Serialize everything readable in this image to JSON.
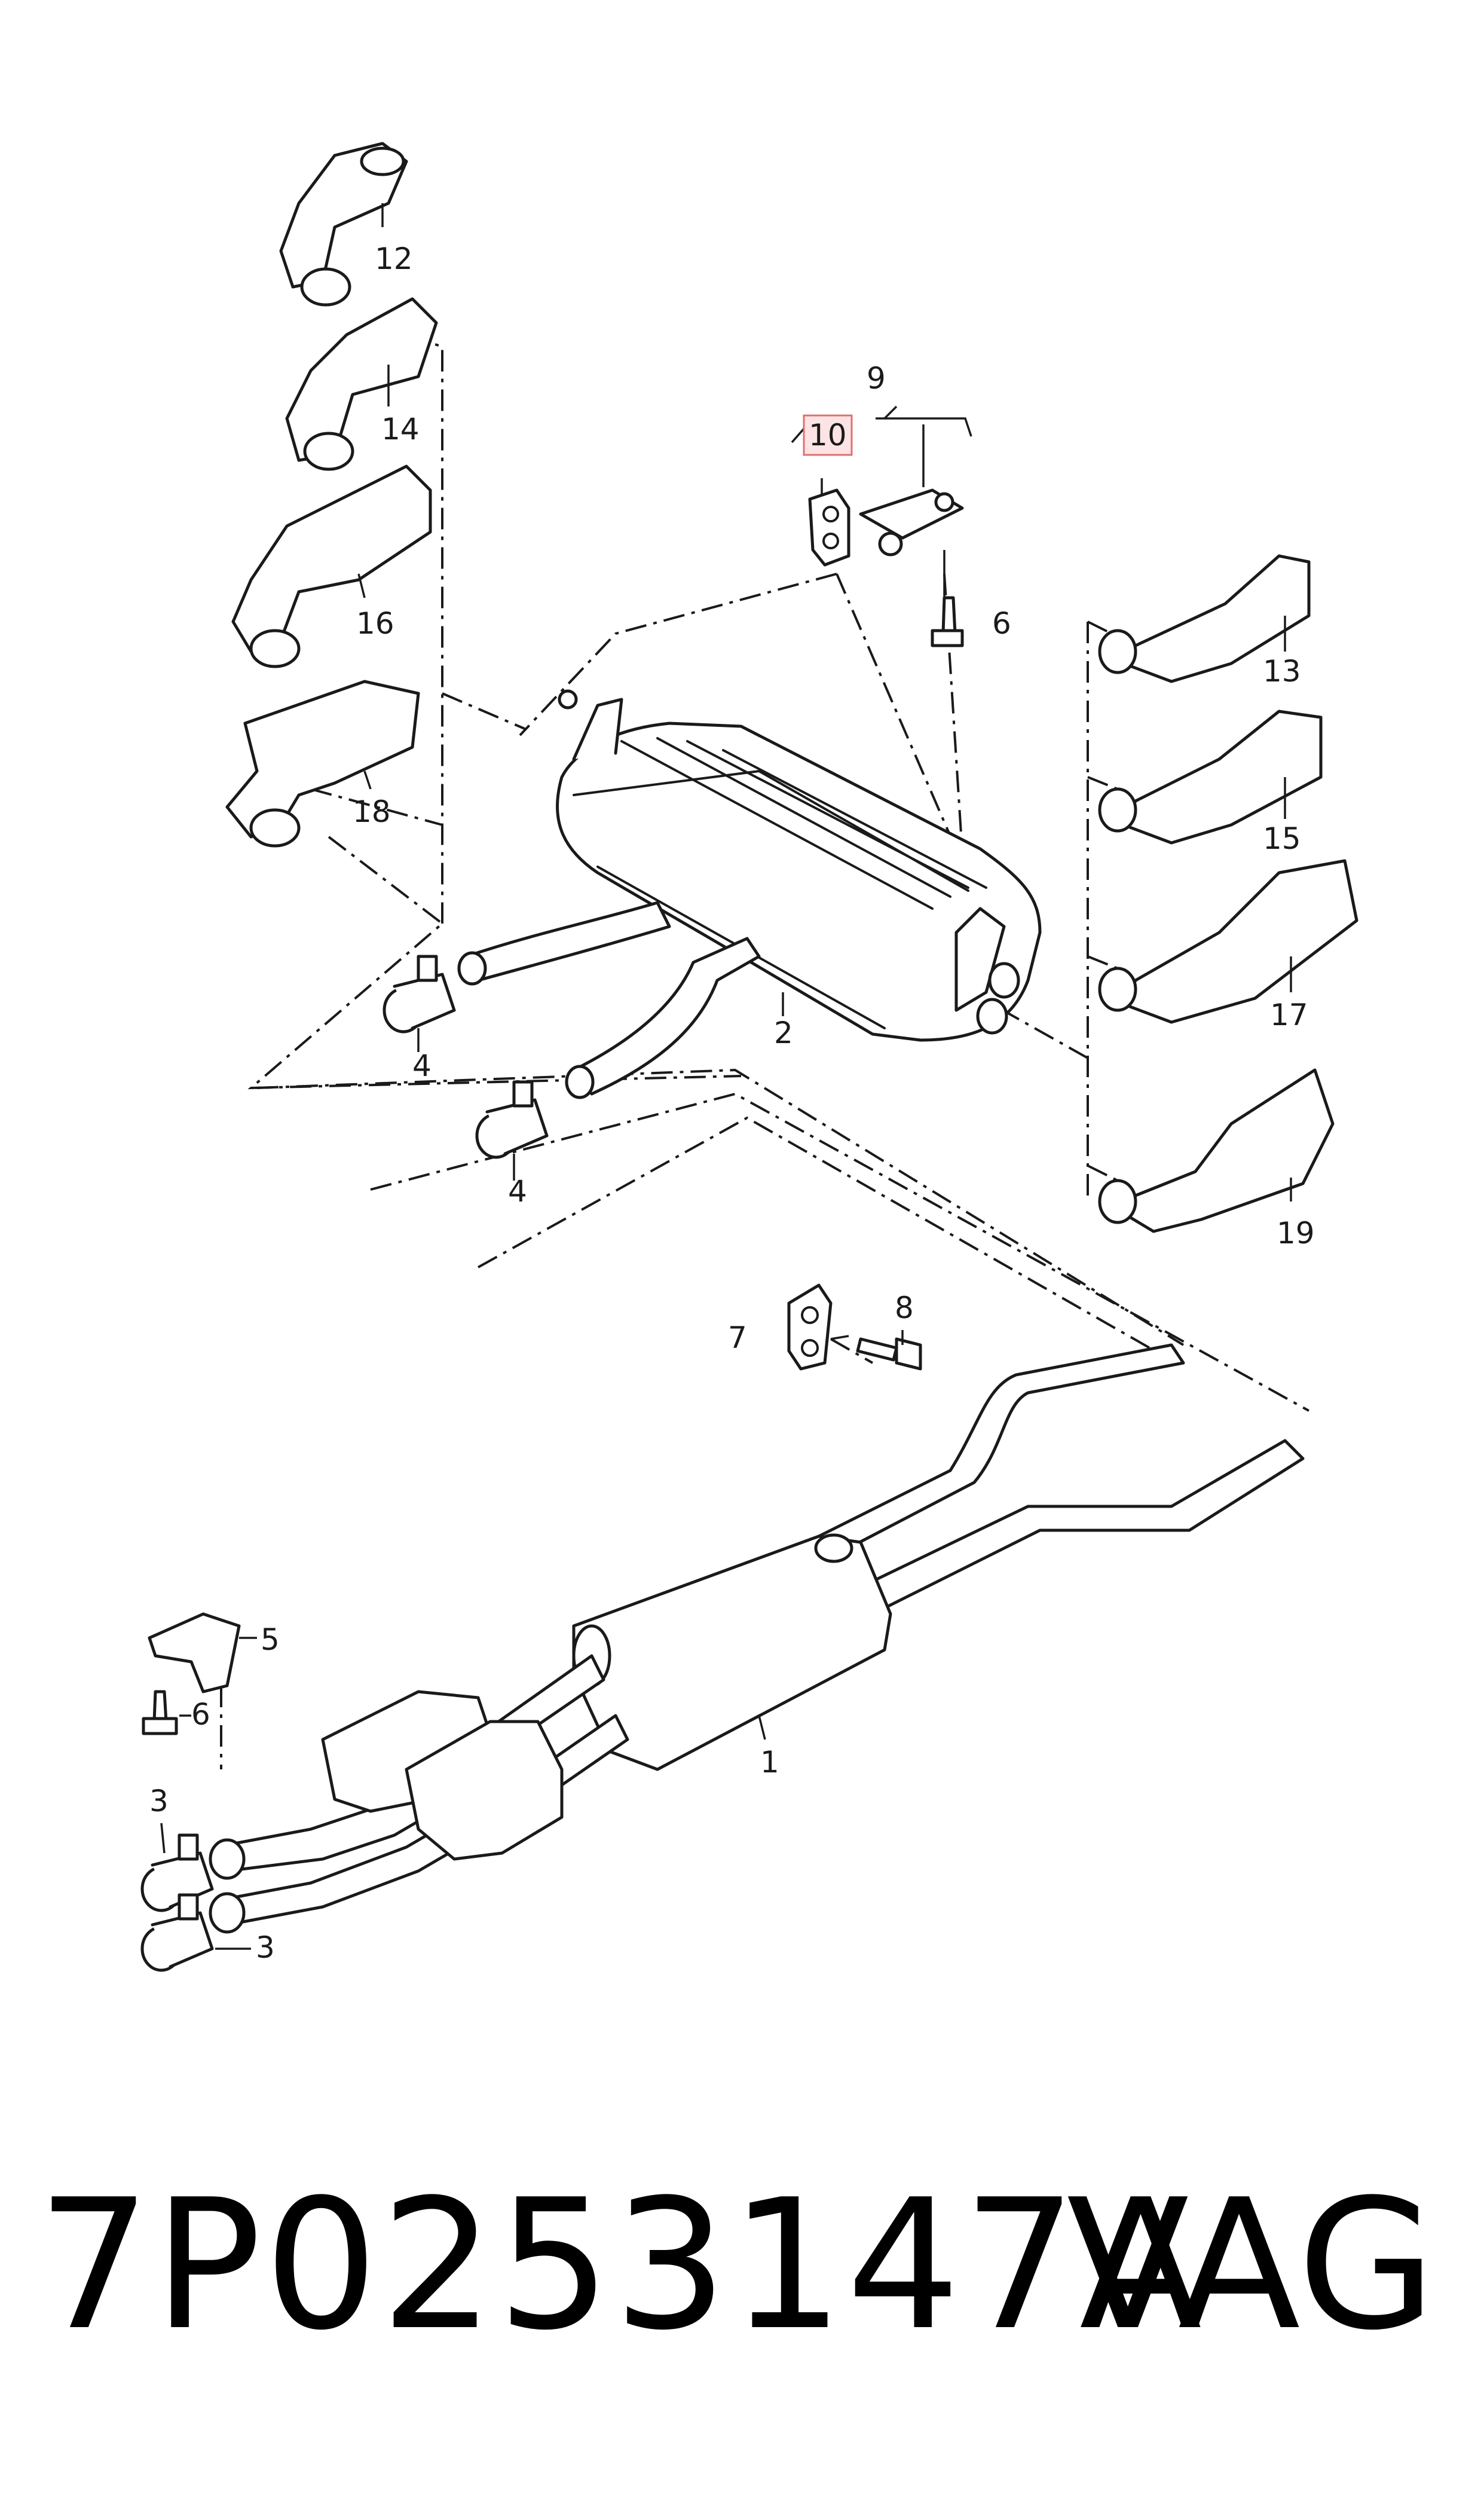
{
  "diagram": {
    "callouts": {
      "c1": "1",
      "c2": "2",
      "c3a": "3",
      "c3b": "3",
      "c4a": "4",
      "c4b": "4",
      "c5": "5",
      "c6a": "6",
      "c6b": "6",
      "c7": "7",
      "c8": "8",
      "c9": "9",
      "c10": "10",
      "c12": "12",
      "c13": "13",
      "c14": "14",
      "c15": "15",
      "c16": "16",
      "c17": "17",
      "c18": "18",
      "c19": "19"
    },
    "highlight_color": "#e07070"
  },
  "footer": {
    "part_number": "7P0253147A",
    "brand": "VAG"
  }
}
